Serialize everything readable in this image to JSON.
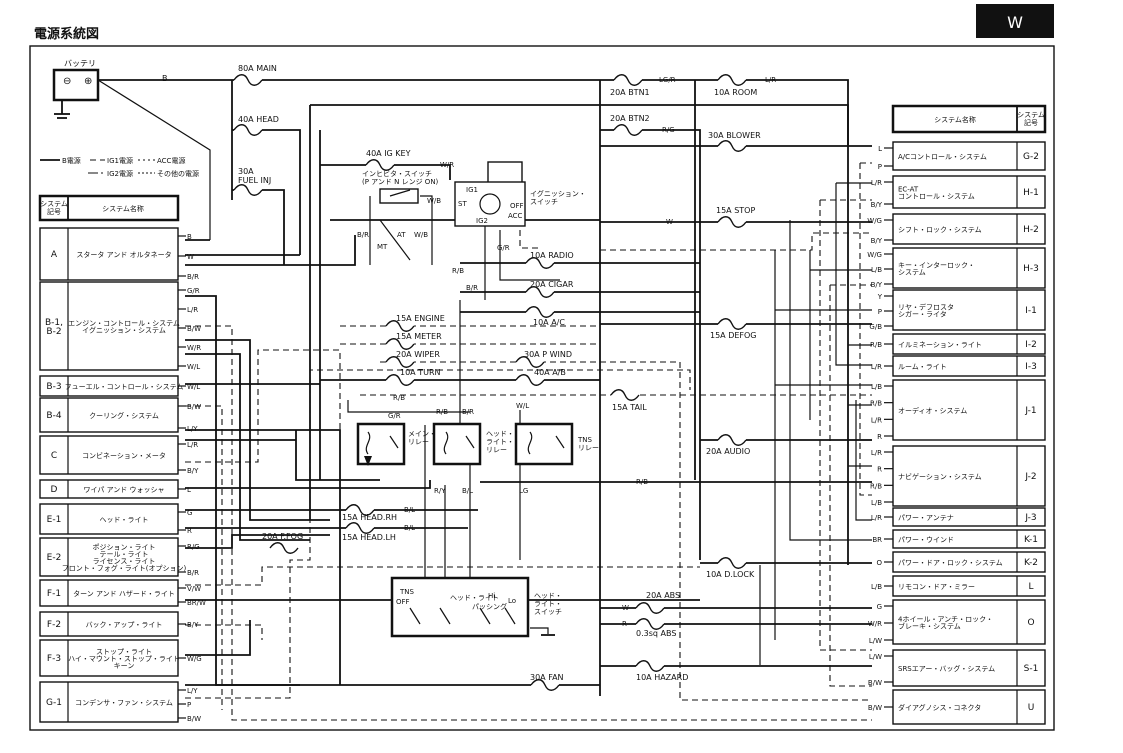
{
  "page": {
    "title": "電源系統図",
    "tab": "W"
  },
  "battery": {
    "label": "バッテリ",
    "plus": "⊕",
    "minus": "⊖",
    "wire": "B"
  },
  "legend": {
    "b_power": "B電源",
    "ig1_power": "IG1電源",
    "acc_power": "ACC電源",
    "ig2_power": "IG2電源",
    "other_power": "その他の電源"
  },
  "left_header": {
    "code": "システム\n記号",
    "name": "システム名称"
  },
  "right_header": {
    "name": "システム名称",
    "code": "システム\n記号"
  },
  "left_systems": [
    {
      "code": "A",
      "name": "スタータ アンド オルタネータ",
      "wires": [
        "B",
        "W",
        "B/R"
      ]
    },
    {
      "code": "B-1,\nB-2",
      "name": "エンジン・コントロール・システム\nイグニッション・システム",
      "wires": [
        "G/R",
        "L/R",
        "B/W",
        "W/R",
        "W/L"
      ]
    },
    {
      "code": "B-3",
      "name": "フューエル・コントロール・システム",
      "wires": [
        "W/L"
      ]
    },
    {
      "code": "B-4",
      "name": "クーリング・システム",
      "wires": [
        "B/W",
        "L/Y"
      ]
    },
    {
      "code": "C",
      "name": "コンビネーション・メータ",
      "wires": [
        "L/R",
        "B/Y"
      ]
    },
    {
      "code": "D",
      "name": "ワイパ アンド ウォッシャ",
      "wires": [
        "L"
      ]
    },
    {
      "code": "E-1",
      "name": "ヘッド・ライト",
      "wires": [
        "G",
        "R"
      ]
    },
    {
      "code": "E-2",
      "name": "ポジション・ライト\nテール・ライト\nライセンス・ライト\nフロント・フォグ・ライト(オプション)",
      "wires": [
        "R/G",
        "B/R"
      ]
    },
    {
      "code": "F-1",
      "name": "ターン アンド ハザード・ライト",
      "wires": [
        "V/W",
        "BR/W"
      ]
    },
    {
      "code": "F-2",
      "name": "バック・アップ・ライト",
      "wires": [
        "B/Y"
      ]
    },
    {
      "code": "F-3",
      "name": "ストップ・ライト\nハイ・マウント・ストップ・ライト\nキーン",
      "wires": [
        "W/G"
      ]
    },
    {
      "code": "G-1",
      "name": "コンデンサ・ファン・システム",
      "wires": [
        "L/Y",
        "P",
        "B/W"
      ]
    }
  ],
  "right_systems": [
    {
      "code": "G-2",
      "name": "A/Cコントロール・システム",
      "wires": [
        "L",
        "P"
      ]
    },
    {
      "code": "H-1",
      "name": "EC-AT\nコントロール・システム",
      "wires": [
        "L/R",
        "B/Y"
      ]
    },
    {
      "code": "H-2",
      "name": "シフト・ロック・システム",
      "wires": [
        "W/G",
        "B/Y"
      ]
    },
    {
      "code": "H-3",
      "name": "キー・インターロック・\nシステム",
      "wires": [
        "W/G",
        "L/B",
        "B/Y"
      ]
    },
    {
      "code": "I-1",
      "name": "リヤ・デフロスタ\nシガー・ライタ",
      "wires": [
        "Y",
        "P",
        "G/B"
      ]
    },
    {
      "code": "I-2",
      "name": "イルミネーション・ライト",
      "wires": [
        "R/B"
      ]
    },
    {
      "code": "I-3",
      "name": "ルーム・ライト",
      "wires": [
        "L/R"
      ]
    },
    {
      "code": "J-1",
      "name": "オーディオ・システム",
      "wires": [
        "L/B",
        "R/B",
        "L/R",
        "R"
      ]
    },
    {
      "code": "J-2",
      "name": "ナビゲーション・システム",
      "wires": [
        "L/R",
        "R",
        "R/B",
        "L/B"
      ]
    },
    {
      "code": "J-3",
      "name": "パワー・アンテナ",
      "wires": [
        "L/R"
      ]
    },
    {
      "code": "K-1",
      "name": "パワー・ウインド",
      "wires": [
        "BR"
      ]
    },
    {
      "code": "K-2",
      "name": "パワー・ドア・ロック・システム",
      "wires": [
        "O"
      ]
    },
    {
      "code": "L",
      "name": "リモコン・ドア・ミラー",
      "wires": [
        "L/B"
      ]
    },
    {
      "code": "O",
      "name": "4ホイール・アンチ・ロック・\nブレーキ・システム",
      "wires": [
        "G",
        "W/R",
        "L/W"
      ]
    },
    {
      "code": "S-1",
      "name": "SRSエアー・バッグ・システム",
      "wires": [
        "L/W",
        "B/W"
      ]
    },
    {
      "code": "U",
      "name": "ダイアグノシス・コネクタ",
      "wires": [
        "B/W"
      ]
    }
  ],
  "fuses": [
    {
      "id": "main",
      "label": "80A MAIN"
    },
    {
      "id": "head",
      "label": "40A HEAD"
    },
    {
      "id": "fuel",
      "label": "30A\nFUEL INJ"
    },
    {
      "id": "igkey",
      "label": "40A IG KEY"
    },
    {
      "id": "btn1",
      "label": "20A BTN1"
    },
    {
      "id": "room",
      "label": "10A ROOM"
    },
    {
      "id": "btn2",
      "label": "20A BTN2"
    },
    {
      "id": "blower",
      "label": "30A BLOWER"
    },
    {
      "id": "stop",
      "label": "15A STOP"
    },
    {
      "id": "radio",
      "label": "10A RADIO"
    },
    {
      "id": "cigar",
      "label": "20A CIGAR"
    },
    {
      "id": "ac",
      "label": "10A A/C"
    },
    {
      "id": "engine",
      "label": "15A ENGINE"
    },
    {
      "id": "meter",
      "label": "15A METER"
    },
    {
      "id": "wiper",
      "label": "20A WIPER"
    },
    {
      "id": "turn",
      "label": "10A TURN"
    },
    {
      "id": "pwind",
      "label": "30A P WIND"
    },
    {
      "id": "ab",
      "label": "40A A/B"
    },
    {
      "id": "defog",
      "label": "15A DEFOG"
    },
    {
      "id": "tail",
      "label": "15A TAIL"
    },
    {
      "id": "audio",
      "label": "20A AUDIO"
    },
    {
      "id": "headrh",
      "label": "15A HEAD.RH"
    },
    {
      "id": "headlh",
      "label": "15A HEAD.LH"
    },
    {
      "id": "ffog",
      "label": "20A F.FOG"
    },
    {
      "id": "dlock",
      "label": "10A D.LOCK"
    },
    {
      "id": "abs",
      "label": "20A ABS"
    },
    {
      "id": "abs2",
      "label": "0.3sq ABS"
    },
    {
      "id": "fan",
      "label": "30A FAN"
    },
    {
      "id": "hazard",
      "label": "10A HAZARD"
    }
  ],
  "components": {
    "inhibitor": {
      "label": "インヒビタ・スイッチ\n(P アンド N レンジ ON)",
      "at": "AT",
      "mt": "MT"
    },
    "ignition": {
      "label": "イグニッション・\nスイッチ",
      "terms": [
        "IG1",
        "ST",
        "OFF",
        "ACC",
        "IG2"
      ]
    },
    "main_relay": {
      "label": "メイン・\nリレー"
    },
    "head_relay": {
      "label": "ヘッド・\nライト・\nリレー"
    },
    "tns_relay": {
      "label": "TNS\nリレー"
    },
    "head_switch": {
      "label": "ヘッド・\nライト・\nスイッチ",
      "terms": [
        "TNS",
        "OFF",
        "ヘッド・\nライト",
        "パッシング",
        "Hi",
        "Lo"
      ]
    }
  },
  "wire_labels": {
    "lg_r": "LG/R",
    "l_r": "L/R",
    "r_g": "R/G",
    "w_r": "W/R",
    "w_b": "W/B",
    "b_r": "B/R",
    "r_b": "R/B",
    "g_r": "G/R",
    "r_y": "R/Y",
    "b_l": "B/L",
    "lg": "LG",
    "w_l": "W/L",
    "w": "W",
    "b": "B"
  }
}
